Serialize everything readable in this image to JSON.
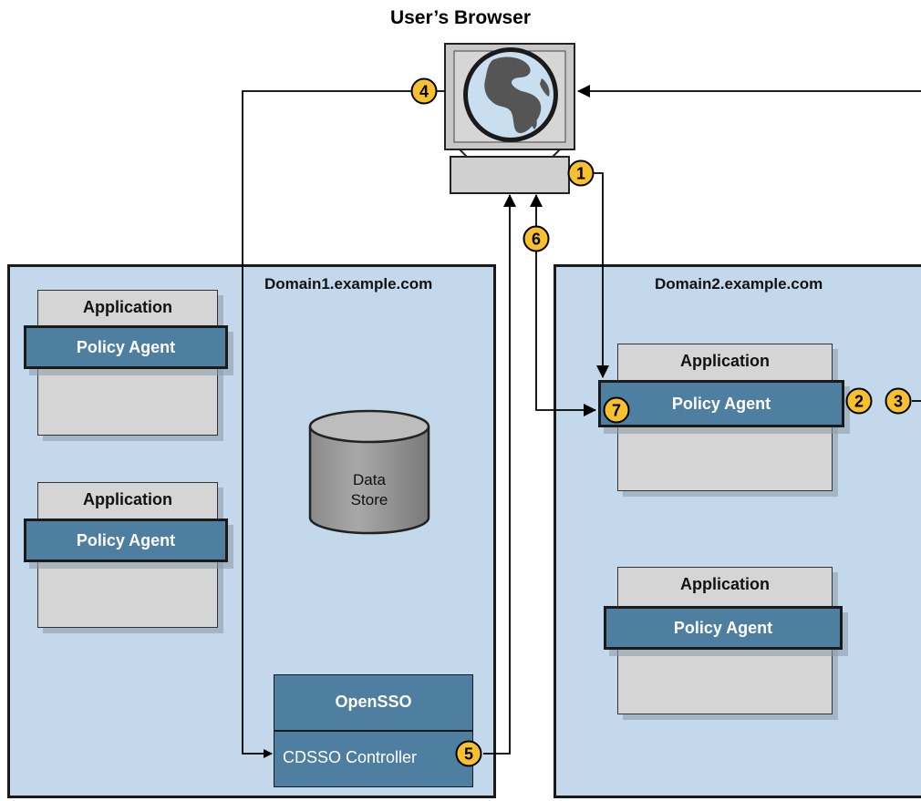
{
  "browser": {
    "title": "User’s Browser"
  },
  "domain1": {
    "label": "Domain1.example.com",
    "apps": [
      {
        "app_label": "Application",
        "agent_label": "Policy Agent"
      },
      {
        "app_label": "Application",
        "agent_label": "Policy Agent"
      }
    ],
    "data_store": {
      "line1": "Data",
      "line2": "Store"
    },
    "opensso": {
      "title": "OpenSSO",
      "controller": "CDSSO Controller"
    }
  },
  "domain2": {
    "label": "Domain2.example.com",
    "apps": [
      {
        "app_label": "Application",
        "agent_label": "Policy Agent"
      },
      {
        "app_label": "Application",
        "agent_label": "Policy Agent"
      }
    ]
  },
  "steps": [
    "1",
    "2",
    "3",
    "4",
    "5",
    "6",
    "7"
  ],
  "colors": {
    "domain_fill": "#c3d8ea",
    "agent_fill": "#4e7ea0",
    "app_fill": "#d5d5d5",
    "badge_fill": "#f6c02f",
    "globe_land": "#555555",
    "globe_water": "#c9dff0"
  }
}
